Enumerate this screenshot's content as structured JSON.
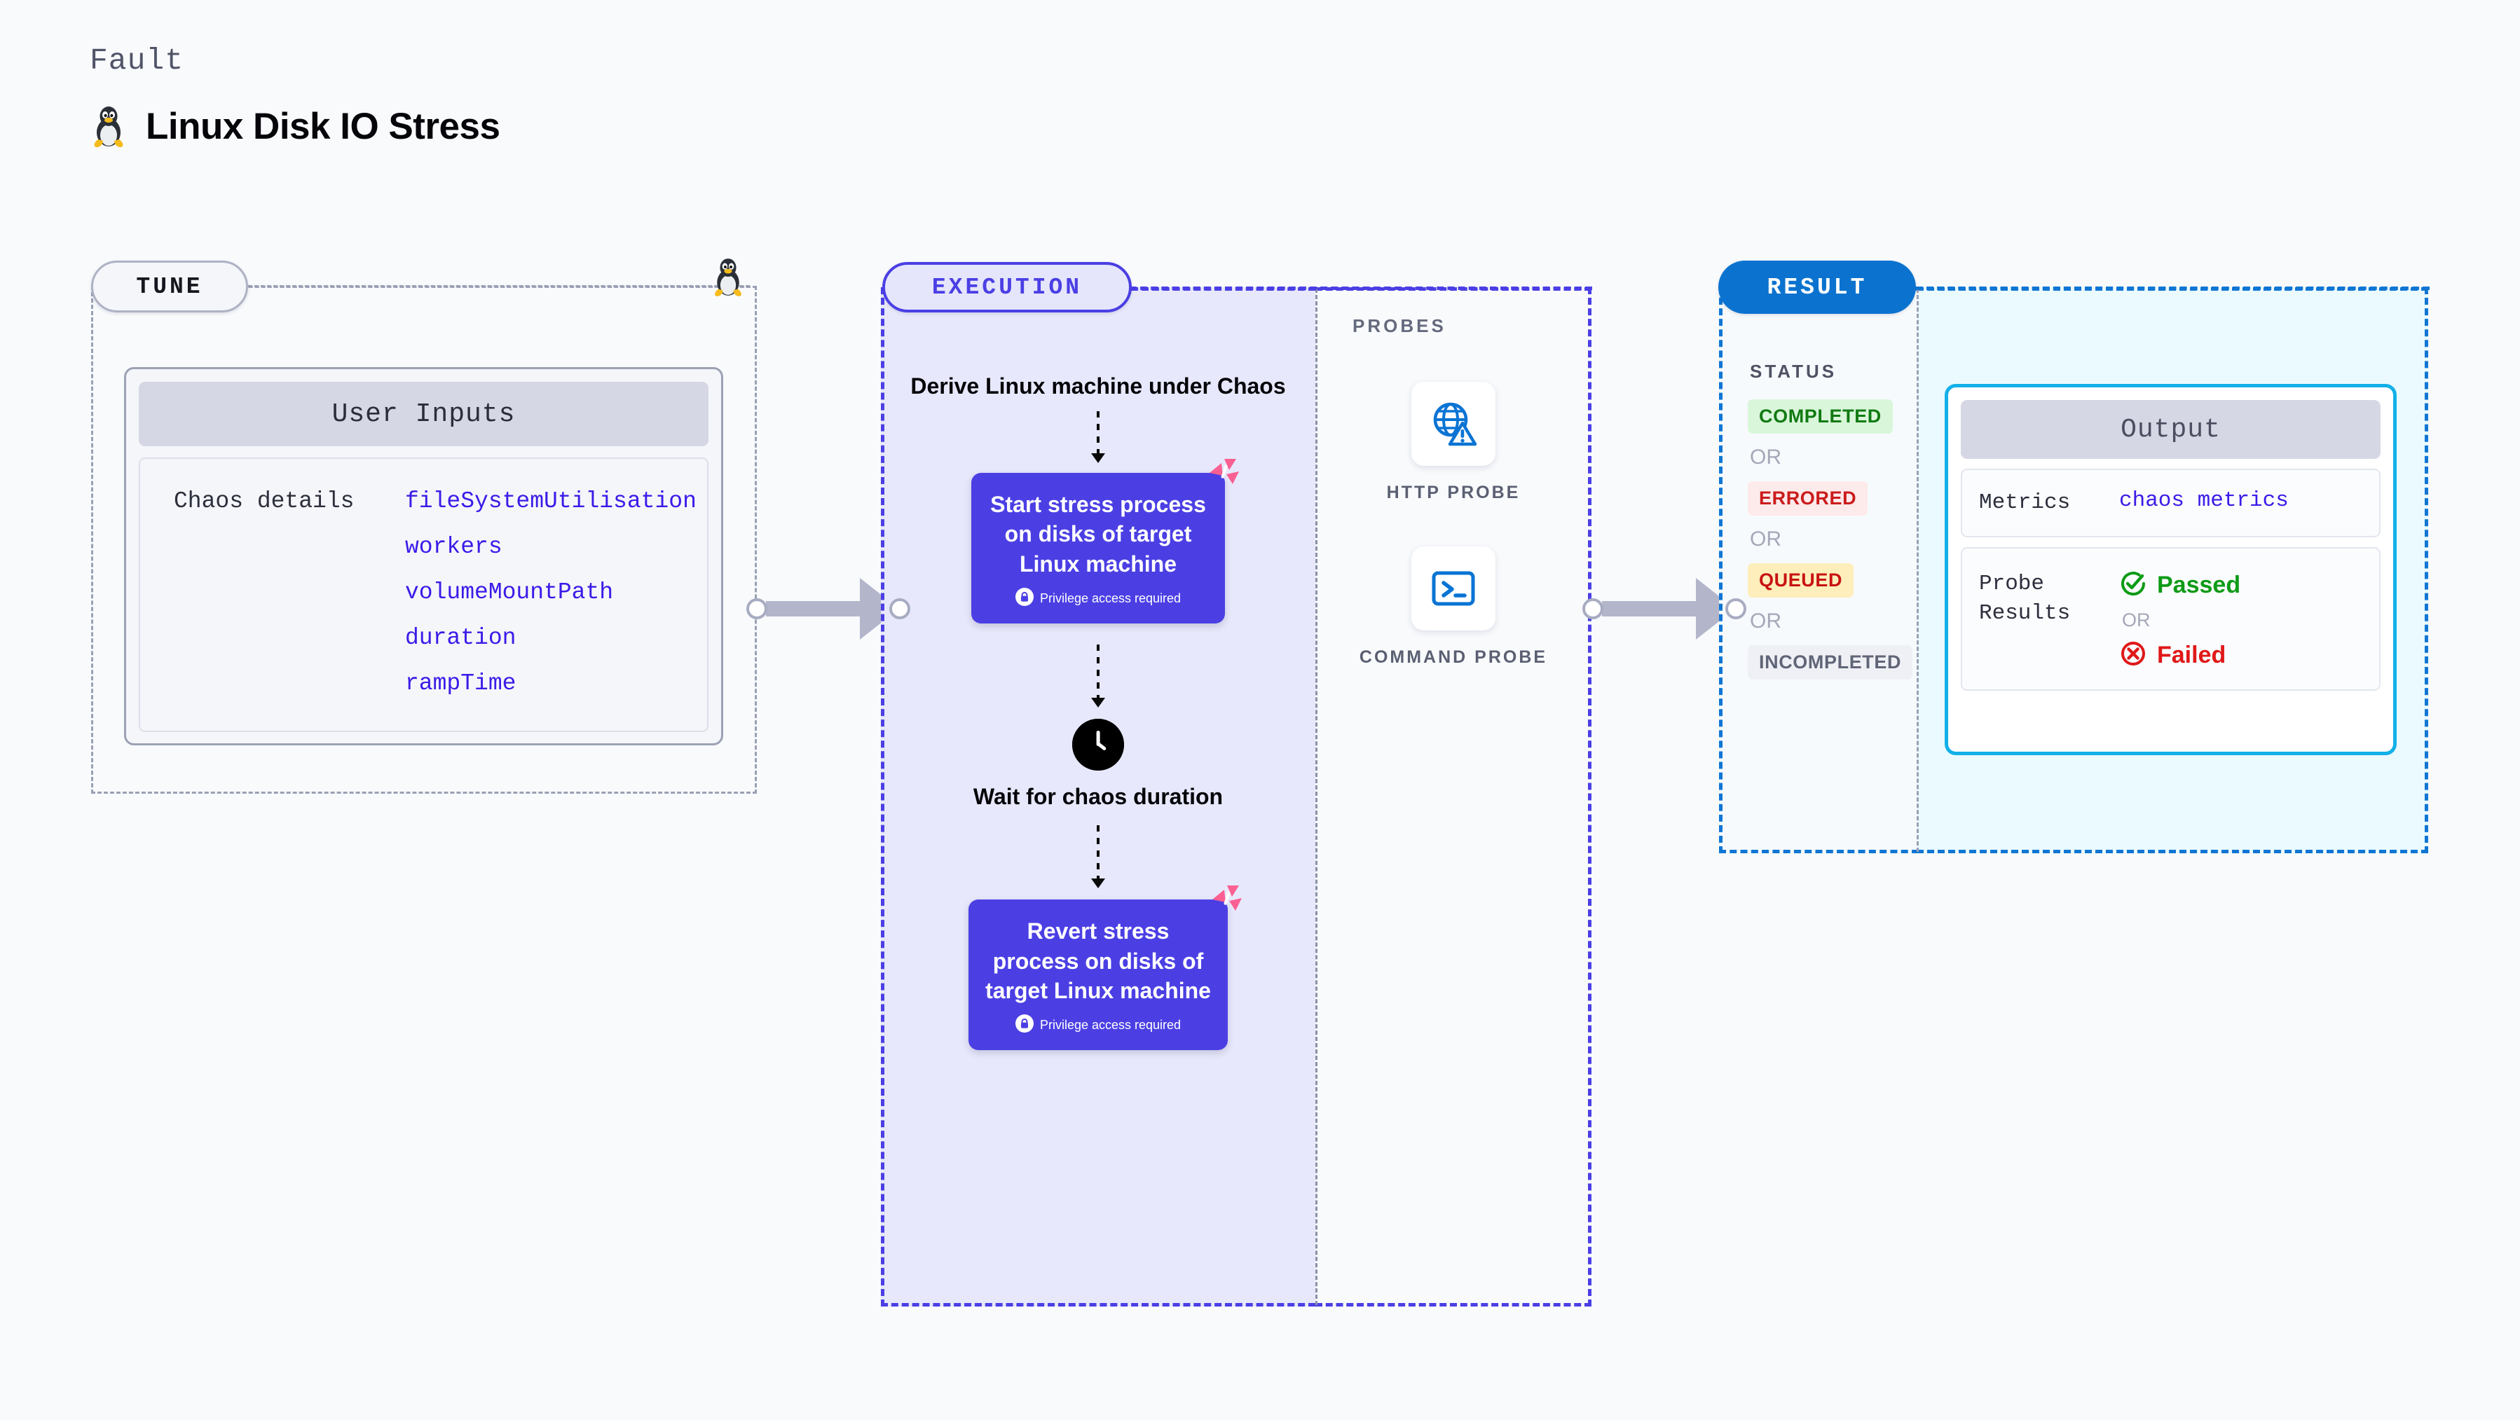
{
  "header": {
    "kicker": "Fault",
    "title": "Linux Disk IO Stress",
    "icon": "linux-penguin-icon"
  },
  "colors": {
    "page_background": "#f8fafc",
    "tune_border": "#9aa0b4",
    "execution_accent": "#4b3fe4",
    "execution_fill": "#e7e8fb",
    "result_accent": "#1076d4",
    "result_fill": "#eafaff",
    "output_border": "#12b0e8",
    "link_blue": "#3a1be8",
    "litmus_pink": "#fa6092",
    "passed_green": "#0d9b16",
    "failed_red": "#e01818"
  },
  "tune": {
    "badge": "TUNE",
    "icon": "linux-penguin-icon",
    "card": {
      "header": "User Inputs",
      "group_label": "Chaos details",
      "params": [
        "fileSystemUtilisation",
        "workers",
        "volumeMountPath",
        "duration",
        "rampTime"
      ]
    }
  },
  "execution": {
    "badge": "EXECUTION",
    "steps": {
      "derive": "Derive Linux machine under Chaos",
      "start_card": {
        "title": "Start stress process on disks of target Linux machine",
        "privilege_note": "Privilege access required",
        "badge_icon": "litmus-chaos-icon",
        "lock_icon": "lock-icon"
      },
      "wait": {
        "icon": "clock-icon",
        "label": "Wait for chaos duration"
      },
      "revert_card": {
        "title": "Revert stress process on disks of target Linux machine",
        "privilege_note": "Privilege access required",
        "badge_icon": "litmus-chaos-icon",
        "lock_icon": "lock-icon"
      }
    }
  },
  "probes": {
    "section_label": "PROBES",
    "items": [
      {
        "label": "HTTP PROBE",
        "icon": "globe-warning-icon"
      },
      {
        "label": "COMMAND PROBE",
        "icon": "terminal-icon"
      }
    ]
  },
  "result": {
    "badge": "RESULT",
    "status_label": "STATUS",
    "or_text": "OR",
    "statuses": [
      {
        "label": "COMPLETED",
        "fg": "#117a12",
        "bg": "#d9f6da"
      },
      {
        "label": "ERRORED",
        "fg": "#cb1b1b",
        "bg": "#fdeaea"
      },
      {
        "label": "QUEUED",
        "fg": "#c81212",
        "bg": "#fdeebb"
      },
      {
        "label": "INCOMPLETED",
        "fg": "#606577",
        "bg": "#eff0f6"
      }
    ],
    "output": {
      "header": "Output",
      "metrics_label": "Metrics",
      "metrics_value": "chaos metrics",
      "probe_results_label": "Probe Results",
      "passed_label": "Passed",
      "failed_label": "Failed",
      "or_text": "OR",
      "passed_icon": "check-circle-icon",
      "failed_icon": "x-circle-icon"
    }
  },
  "connectors": [
    {
      "name": "tune-to-execution"
    },
    {
      "name": "probes-to-result"
    }
  ]
}
